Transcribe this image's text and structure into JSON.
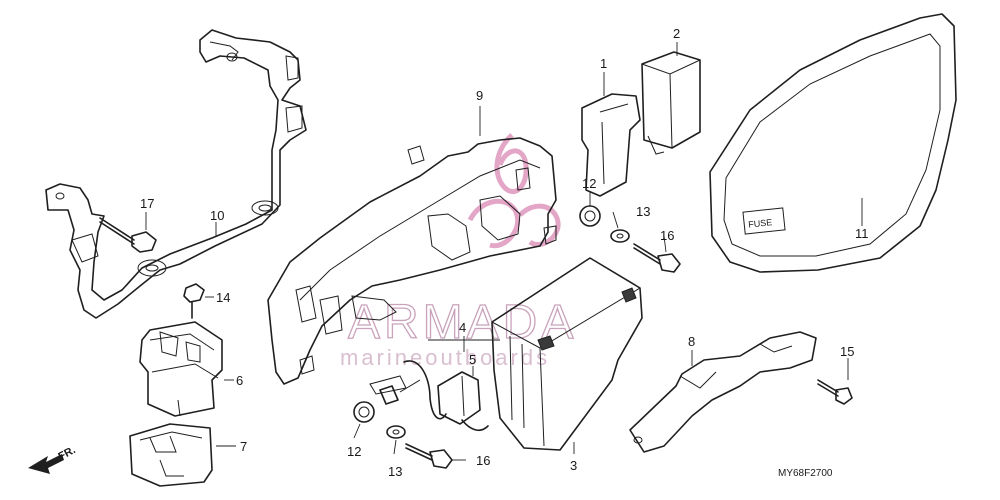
{
  "callouts": {
    "c1": "1",
    "c2": "2",
    "c3": "3",
    "c4": "4",
    "c5": "5",
    "c6": "6",
    "c7": "7",
    "c8": "8",
    "c9": "9",
    "c10": "10",
    "c11": "11",
    "c12a": "12",
    "c12b": "12",
    "c13a": "13",
    "c13b": "13",
    "c14": "14",
    "c15": "15",
    "c16a": "16",
    "c16b": "16",
    "c17": "17"
  },
  "fuse_label": "FUSE",
  "direction_arrow": "FR.",
  "drawing_code": "MY68F2700",
  "watermark": {
    "name": "ARMADA",
    "tagline": "marineoutboards"
  },
  "icons": {
    "direction": "front-arrow-icon",
    "logo": "ribbon-logo"
  },
  "colors": {
    "line": "#1f1f1f",
    "watermark": "#c9a3bb"
  }
}
